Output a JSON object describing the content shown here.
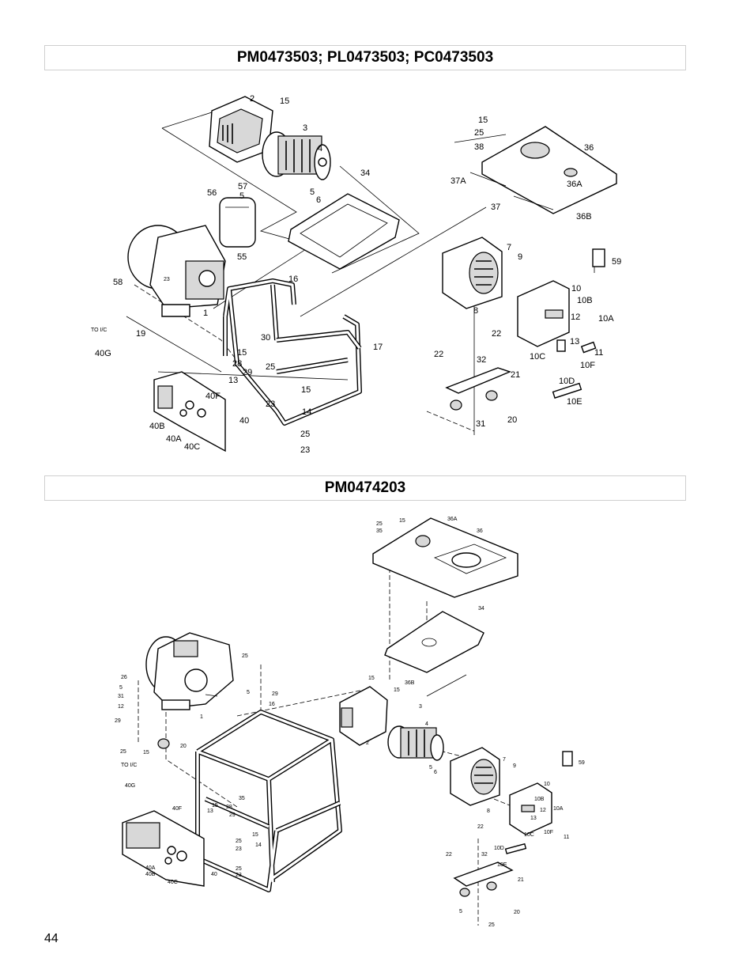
{
  "titles": {
    "top": "PM0473503; PL0473503; PC0473503",
    "bottom": "PM0474203"
  },
  "page_number": "44",
  "diagram1": {
    "labels": {
      "l2": "2",
      "l15a": "15",
      "l3": "3",
      "l4": "4",
      "l5a": "5",
      "l6": "6",
      "l34": "34",
      "l57": "57",
      "l56": "56",
      "l5b": "5",
      "l55": "55",
      "l58": "58",
      "l23a": "23",
      "l1": "1",
      "l16": "16",
      "l19": "19",
      "toic": "TO I/C",
      "l40g": "40G",
      "l30": "30",
      "l15b": "15",
      "l28": "28",
      "l29": "29",
      "l25a": "25",
      "l13": "13",
      "l40f": "40F",
      "l23b": "23",
      "l15c": "15",
      "l14": "14",
      "l17": "17",
      "l40": "40",
      "l40b": "40B",
      "l40a": "40A",
      "l40c": "40C",
      "l25b": "25",
      "l23c": "23",
      "l15d": "15",
      "l25c": "25",
      "l38": "38",
      "l36": "36",
      "l37a": "37A",
      "l36a": "36A",
      "l37": "37",
      "l36b": "36B",
      "l7": "7",
      "l9": "9",
      "l59": "59",
      "l10": "10",
      "l10b": "10B",
      "l8": "8",
      "l12": "12",
      "l10a": "10A",
      "l13b": "13",
      "l11": "11",
      "l10c": "10C",
      "l10f": "10F",
      "l22a": "22",
      "l22b": "22",
      "l32": "32",
      "l21": "21",
      "l10d": "10D",
      "l10e": "10E",
      "l31": "31",
      "l20": "20"
    }
  },
  "diagram2": {
    "labels": {
      "l25a": "25",
      "l35a": "35",
      "l15a": "15",
      "l36a": "36A",
      "l36": "36",
      "l34": "34",
      "l25b": "25",
      "l26": "26",
      "l5a": "5",
      "l31": "31",
      "l12": "12",
      "l29a": "29",
      "l5b": "5",
      "l29b": "29",
      "l16": "16",
      "l1": "1",
      "l20a": "20",
      "l25c": "25",
      "l15b": "15",
      "toic": "TO I/C",
      "l40g": "40G",
      "l40f": "40F",
      "l15c": "15",
      "l13a": "13",
      "l35b": "35",
      "l28": "28",
      "l29c": "29",
      "l15d": "15",
      "l25d": "25",
      "l23a": "23",
      "l14": "14",
      "l40a": "40A",
      "l40b": "40B",
      "l40c": "40C",
      "l40": "40",
      "l25e": "25",
      "l23b": "23",
      "l15e": "15",
      "l15f": "15",
      "l36b": "36B",
      "l3": "3",
      "l2": "2",
      "l4": "4",
      "l5c": "5",
      "l6": "6",
      "l7": "7",
      "l9": "9",
      "l59": "59",
      "l10": "10",
      "l10b": "10B",
      "l8": "8",
      "l12b": "12",
      "l13b": "13",
      "l10a": "10A",
      "l11": "11",
      "l10c": "10C",
      "l10f": "10F",
      "l10d": "10D",
      "l22a": "22",
      "l22b": "22",
      "l32": "32",
      "l10e": "10E",
      "l21": "21",
      "l20b": "20",
      "l5d": "5",
      "l25f": "25"
    }
  }
}
